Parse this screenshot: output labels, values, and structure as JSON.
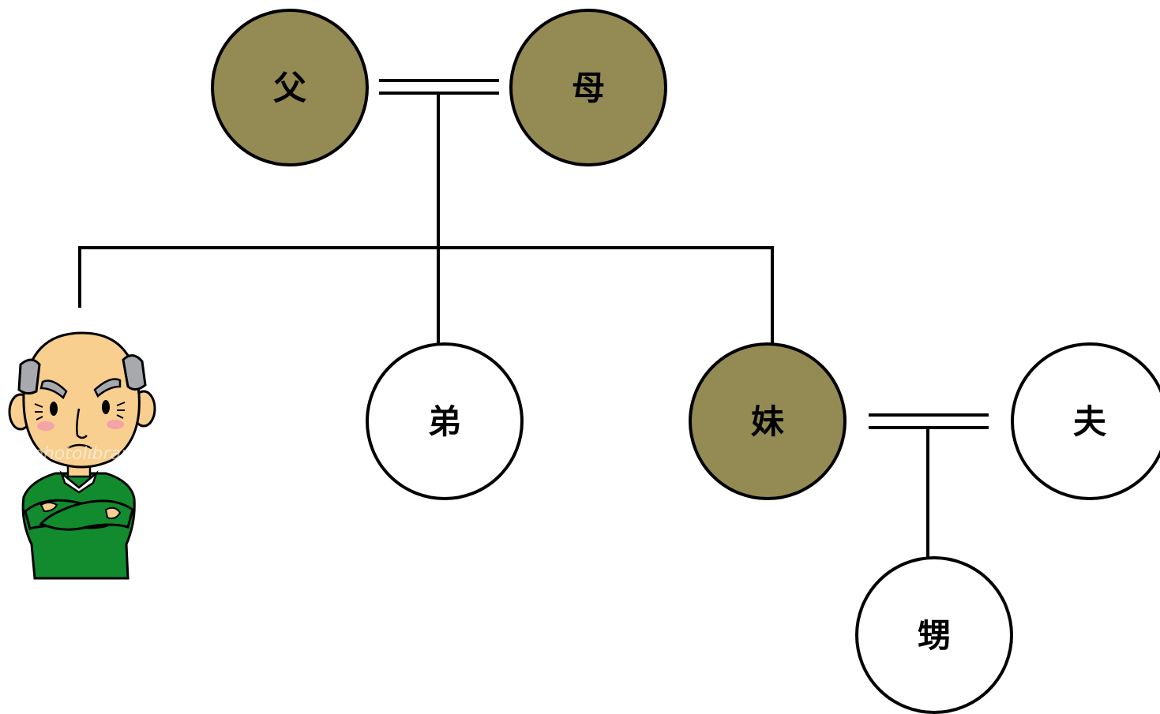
{
  "colors": {
    "highlight_fill": "#948A54",
    "plain_fill": "#FFFFFF",
    "stroke": "#000000",
    "sweater": "#128A2E",
    "skin": "#F8CF8F",
    "hair": "#A7A9AC",
    "cheek": "#F4A3A8"
  },
  "nodes": [
    {
      "id": "father",
      "label": "父",
      "highlighted": true
    },
    {
      "id": "mother",
      "label": "母",
      "highlighted": true
    },
    {
      "id": "younger-brother",
      "label": "弟",
      "highlighted": false
    },
    {
      "id": "younger-sister",
      "label": "妹",
      "highlighted": true
    },
    {
      "id": "husband",
      "label": "夫",
      "highlighted": false
    },
    {
      "id": "nephew",
      "label": "甥",
      "highlighted": false
    }
  ],
  "illustration": {
    "icon": "grumpy-old-man-arms-crossed",
    "watermark": "photolibrary"
  }
}
